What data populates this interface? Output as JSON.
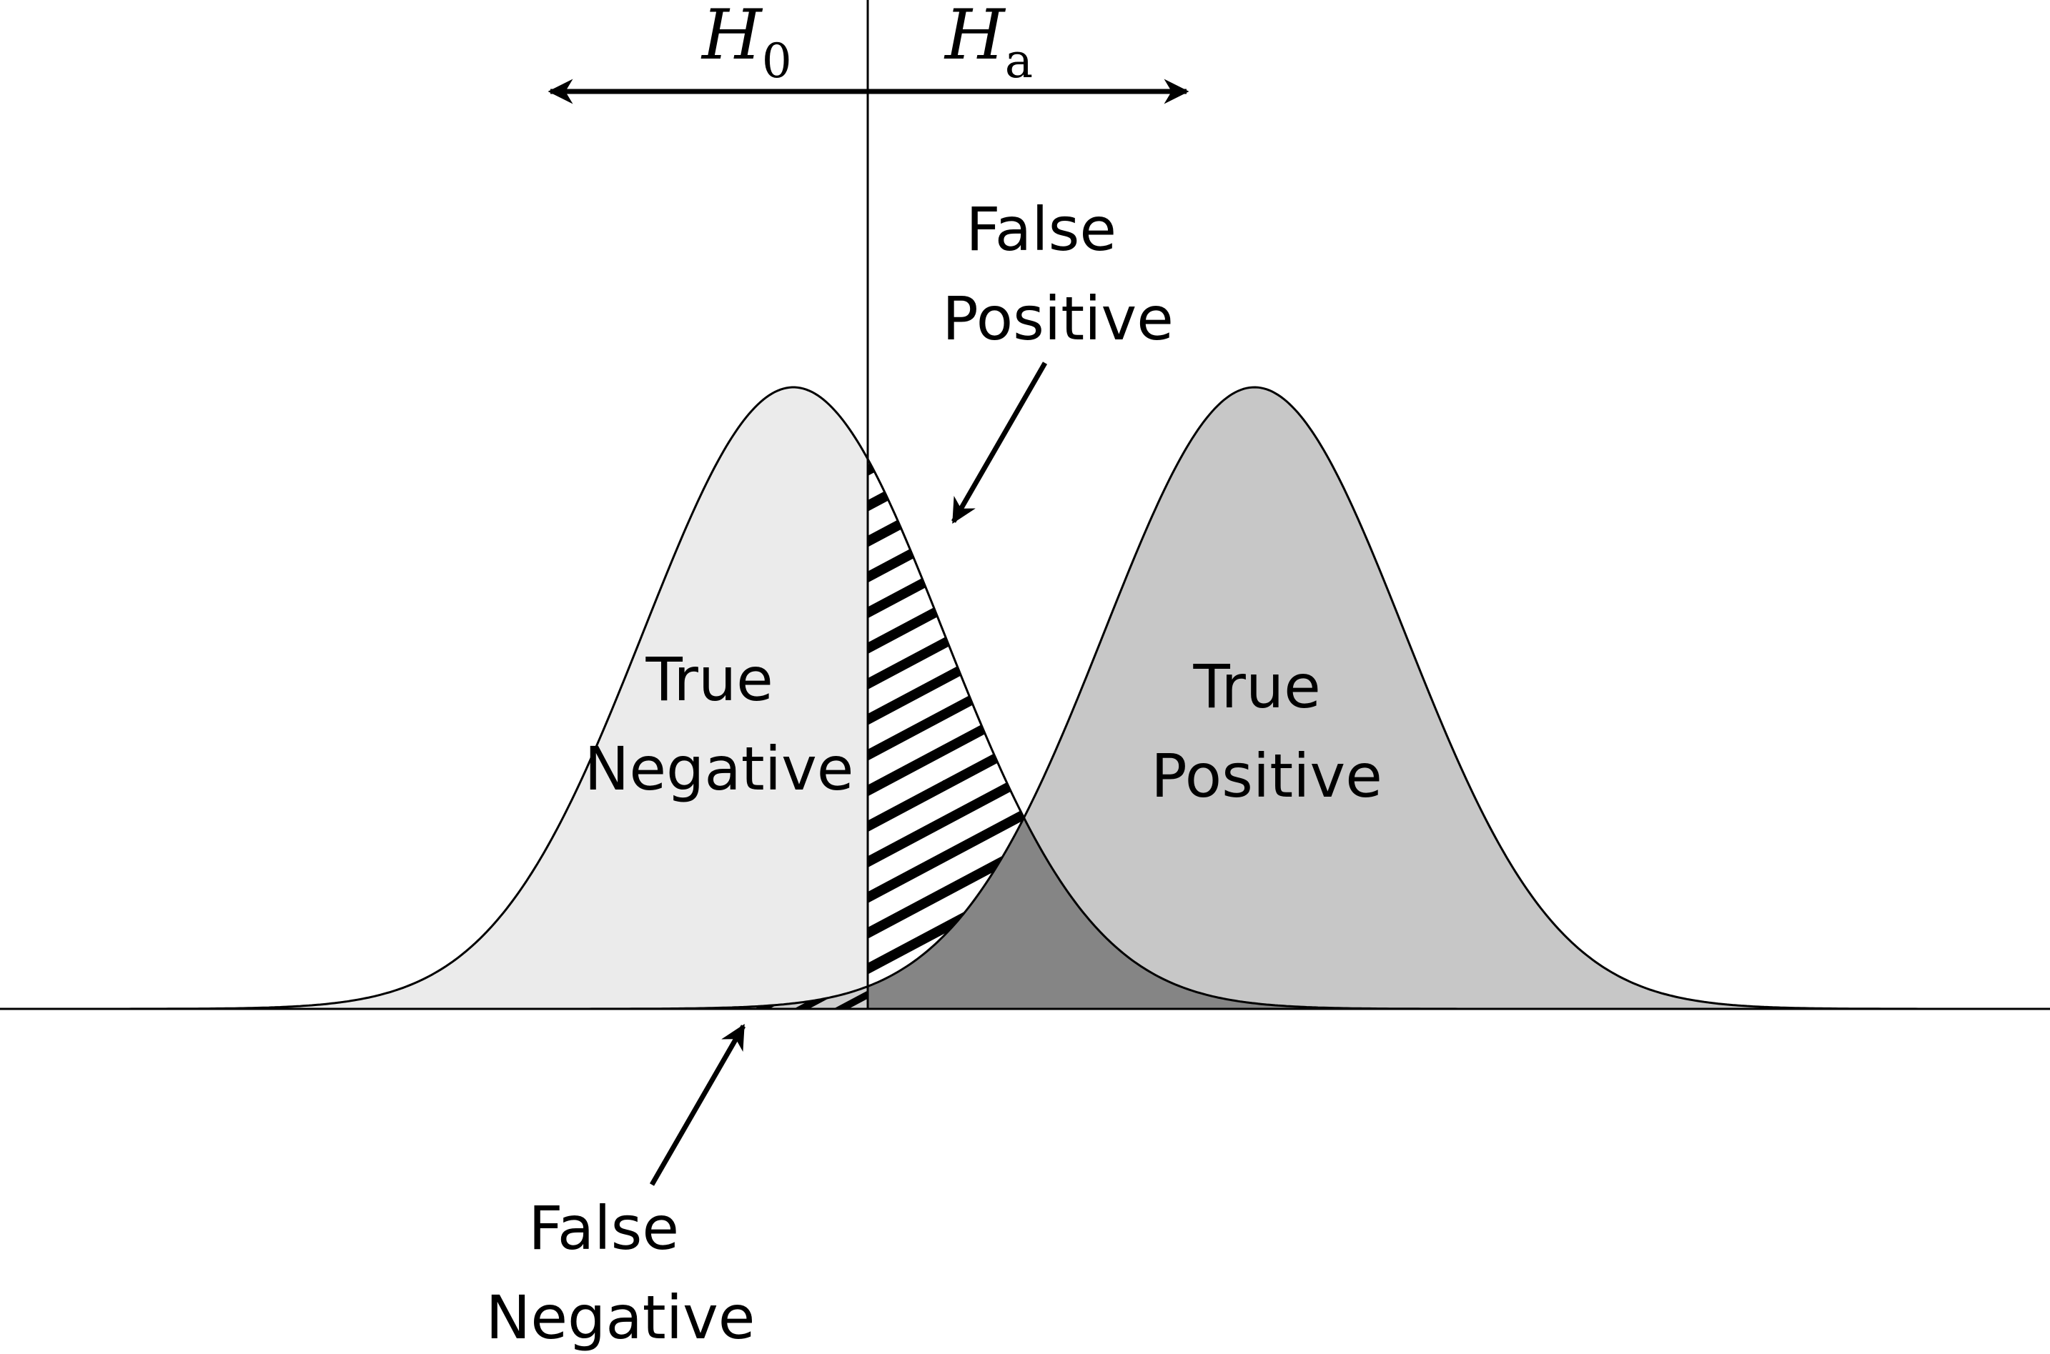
{
  "hypotheses": {
    "null_symbol": "H",
    "null_subscript": "0",
    "alt_symbol": "H",
    "alt_subscript": "a"
  },
  "regions": {
    "true_negative": [
      "True",
      "Negative"
    ],
    "true_positive": [
      "True",
      "Positive"
    ],
    "false_positive": [
      "False",
      "Positive"
    ],
    "false_negative": [
      "False",
      "Negative"
    ]
  },
  "colors": {
    "null_fill": "#ebebeb",
    "alt_fill": "#c7c7c7",
    "overlap_fill": "#858585",
    "stroke": "#000000"
  }
}
